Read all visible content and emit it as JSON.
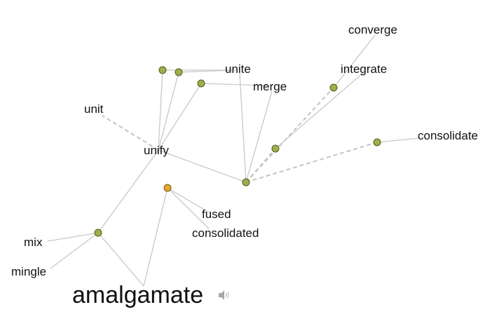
{
  "root_word": "amalgamate",
  "speaker_icon": "speaker-icon",
  "colors": {
    "meaning_node": "#9caf4b",
    "adjective_node": "#e0a830",
    "edge": "#c8c8c8"
  },
  "words": {
    "converge": "converge",
    "unite": "unite",
    "integrate": "integrate",
    "merge": "merge",
    "unit": "unit",
    "consolidate": "consolidate",
    "unify": "unify",
    "fused": "fused",
    "consolidated": "consolidated",
    "mix": "mix",
    "mingle": "mingle"
  }
}
